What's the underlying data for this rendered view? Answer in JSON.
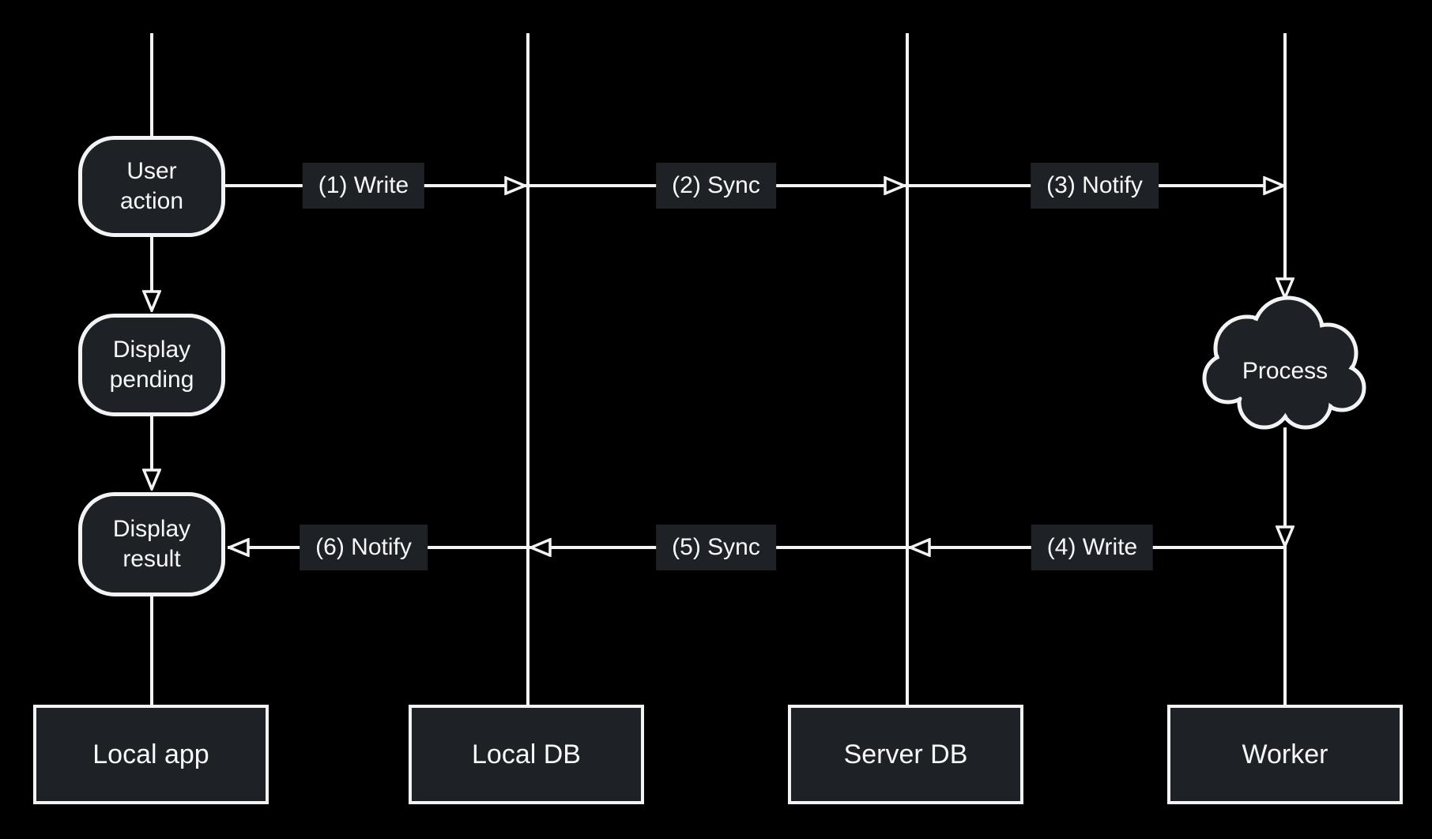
{
  "diagram": {
    "type": "sync-flow-sequence-diagram",
    "colors": {
      "background": "#000000",
      "shape_fill": "#1e2126",
      "stroke": "#f2f3f4",
      "text": "#f7f8f8"
    },
    "lanes": [
      {
        "label": "Local app"
      },
      {
        "label": "Local DB"
      },
      {
        "label": "Server DB"
      },
      {
        "label": "Worker"
      }
    ],
    "nodes": [
      {
        "label": "User action"
      },
      {
        "label": "Display pending"
      },
      {
        "label": "Display result"
      }
    ],
    "cloud": {
      "label": "Process"
    },
    "messages": [
      {
        "label": "(1) Write",
        "from": "Local app",
        "to": "Local DB",
        "direction": "right"
      },
      {
        "label": "(2) Sync",
        "from": "Local DB",
        "to": "Server DB",
        "direction": "right"
      },
      {
        "label": "(3) Notify",
        "from": "Server DB",
        "to": "Worker",
        "direction": "right"
      },
      {
        "label": "(4) Write",
        "from": "Worker",
        "to": "Server DB",
        "direction": "left"
      },
      {
        "label": "(5) Sync",
        "from": "Server DB",
        "to": "Local DB",
        "direction": "left"
      },
      {
        "label": "(6) Notify",
        "from": "Local DB",
        "to": "Display result",
        "direction": "left"
      }
    ]
  }
}
